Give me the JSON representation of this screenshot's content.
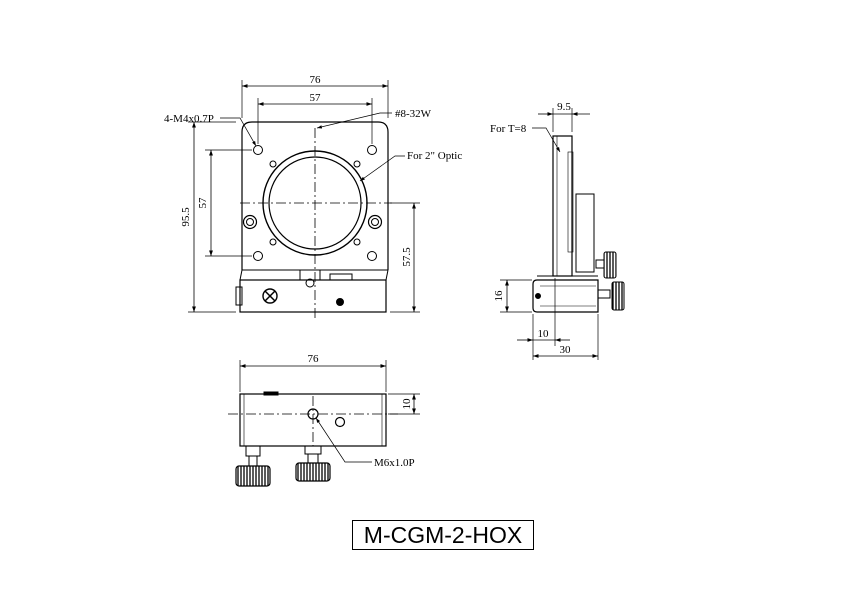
{
  "front_view": {
    "dims": {
      "overall_width": "76",
      "hole_spacing_width": "57",
      "overall_height": "95.5",
      "hole_spacing_height": "57",
      "optic_center_height": "57.5"
    },
    "callouts": {
      "mount_holes": "4-M4x0.7P",
      "top_thread": "#8-32W",
      "optic": "For 2\" Optic"
    }
  },
  "side_view": {
    "dims": {
      "plate_thickness": "9.5",
      "base_height": "16",
      "setback": "10",
      "base_depth": "30"
    },
    "callouts": {
      "thickness": "For T=8"
    }
  },
  "bottom_view": {
    "dims": {
      "base_width": "76",
      "base_depth": "10"
    },
    "callouts": {
      "mount_thread": "M6x1.0P"
    }
  },
  "title": {
    "model": "M-CGM-2-HOX"
  }
}
